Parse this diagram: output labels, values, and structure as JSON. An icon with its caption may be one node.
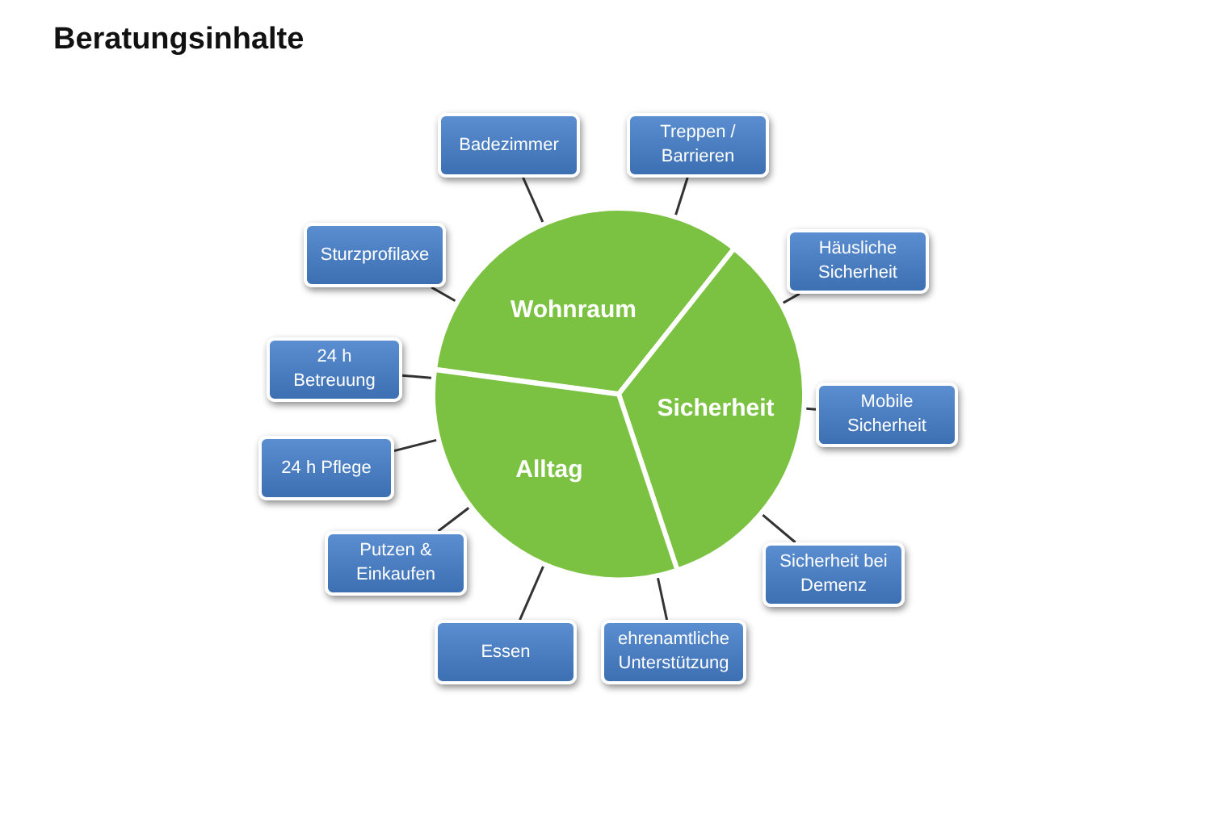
{
  "diagram": {
    "title": "Beratungsinhalte",
    "nodes": [
      {
        "text": [
          "Wohnraum"
        ]
      },
      {
        "text": [
          "Sicherheit"
        ]
      },
      {
        "text": [
          "Alltag"
        ]
      },
      {
        "text": [
          "Badezimmer"
        ]
      },
      {
        "text": [
          "Treppen / Barrieren"
        ]
      },
      {
        "text": [
          "Häusliche Sicherheit"
        ]
      },
      {
        "text": [
          "Mobile Sicherheit"
        ]
      },
      {
        "text": [
          "Sicherheit bei Demenz"
        ]
      },
      {
        "text": [
          "ehrenamtliche Unterstützung"
        ]
      },
      {
        "text": [
          "Essen"
        ]
      },
      {
        "text": [
          "Putzen & Einkaufen"
        ]
      },
      {
        "text": [
          "24 h Pflege"
        ]
      },
      {
        "text": [
          "24 h Betreuung"
        ]
      },
      {
        "text": [
          "Sturzprofilaxe"
        ]
      }
    ],
    "edges": [
      {
        "from": 3,
        "to": 0,
        "arrow": "none"
      },
      {
        "from": 4,
        "to": 0,
        "arrow": "none"
      },
      {
        "from": 5,
        "to": 1,
        "arrow": "none"
      },
      {
        "from": 6,
        "to": 1,
        "arrow": "none"
      },
      {
        "from": 7,
        "to": 1,
        "arrow": "none"
      },
      {
        "from": 8,
        "to": 2,
        "arrow": "none"
      },
      {
        "from": 9,
        "to": 2,
        "arrow": "none"
      },
      {
        "from": 10,
        "to": 2,
        "arrow": "none"
      },
      {
        "from": 11,
        "to": 2,
        "arrow": "none"
      },
      {
        "from": 12,
        "to": 2,
        "arrow": "none"
      },
      {
        "from": 13,
        "to": 0,
        "arrow": "none"
      }
    ]
  }
}
